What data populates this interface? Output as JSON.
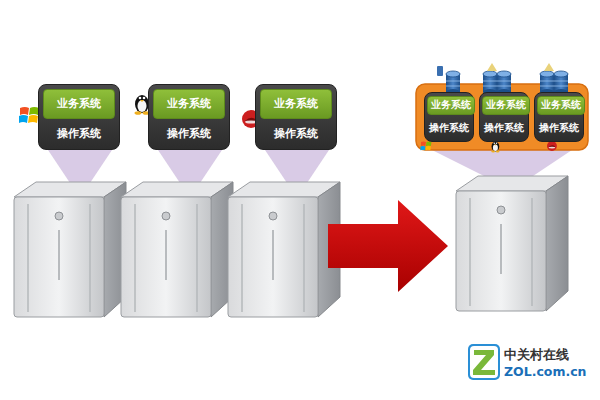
{
  "diagram": {
    "nodes": [
      {
        "text": [
          "操作系统"
        ]
      },
      {
        "text": [
          "业务系统"
        ],
        "in": 0
      },
      {
        "text": [
          "操作系统"
        ]
      },
      {
        "text": [
          "业务系统"
        ],
        "in": 2
      },
      {
        "text": [
          "操作系统"
        ]
      },
      {
        "text": [
          "业务系统"
        ],
        "in": 4
      },
      {
        "text": [
          "操作系统"
        ]
      },
      {
        "text": [
          "业务系统"
        ],
        "in": 6
      },
      {
        "text": [
          "操作系统"
        ]
      },
      {
        "text": [
          "业务系统"
        ],
        "in": 8
      },
      {
        "text": [
          "操作系统"
        ]
      },
      {
        "text": [
          "业务系统"
        ],
        "in": 10
      }
    ],
    "labels": [
      "中关村在线",
      "ZOL.com.cn"
    ]
  }
}
